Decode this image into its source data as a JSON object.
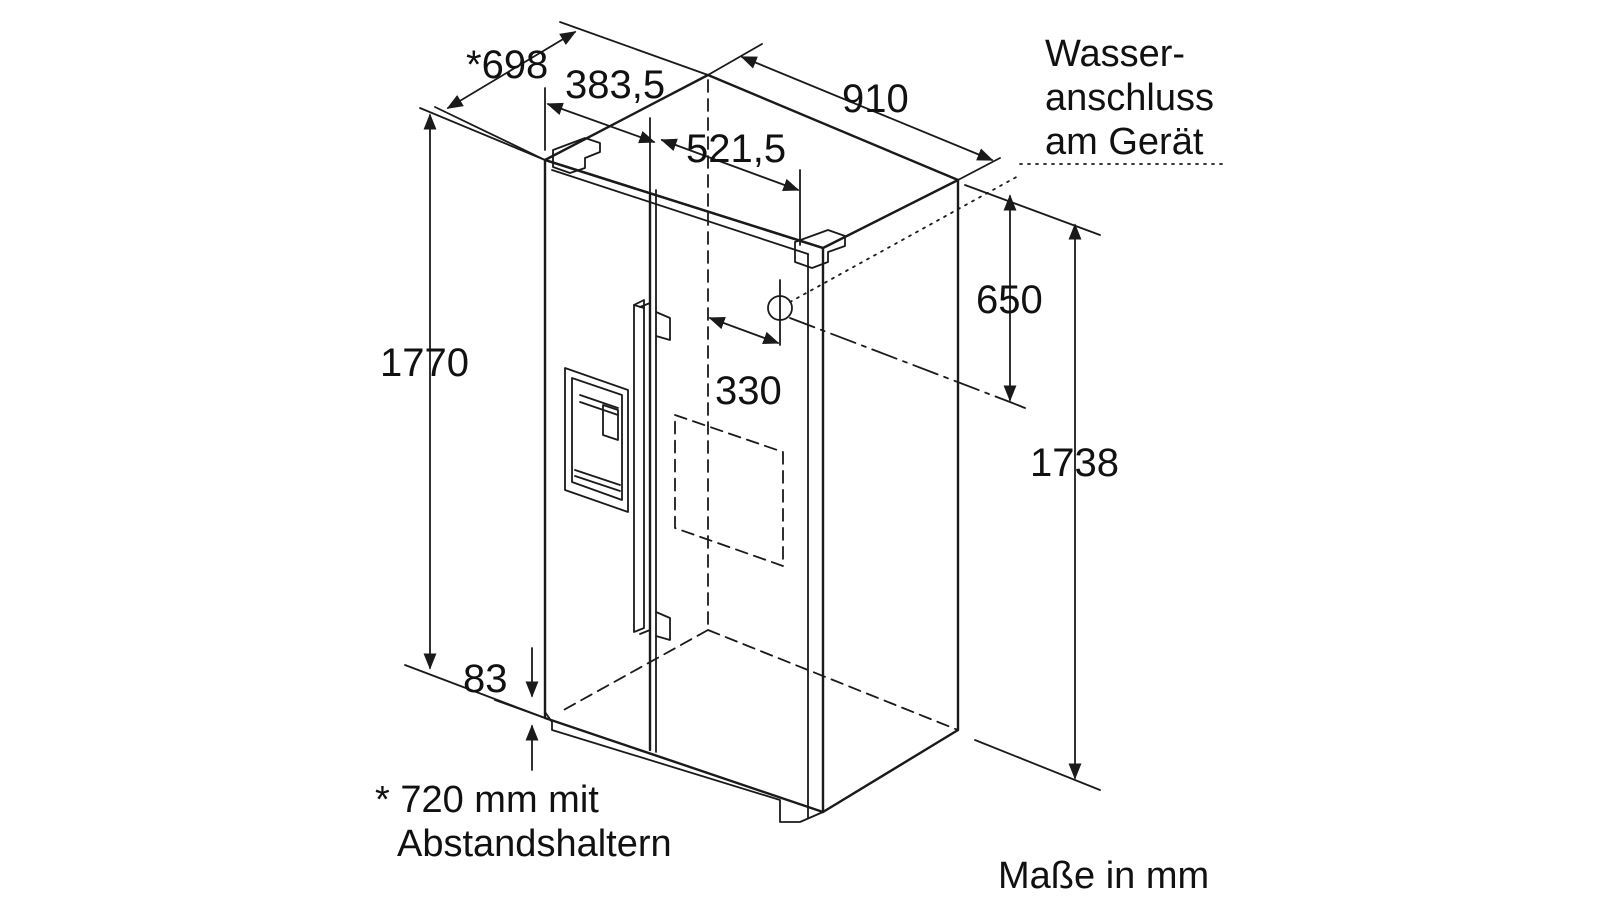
{
  "dimensions": {
    "depth_with_spacers": "*698",
    "door_left_width": "383,5",
    "width": "910",
    "door_right_offset": "521,5",
    "height_total": "1770",
    "height_side": "1738",
    "water_height": "650",
    "water_offset": "330",
    "base_height": "83"
  },
  "labels": {
    "water_connection_line1": "Wasser-",
    "water_connection_line2": "anschluss",
    "water_connection_line3": "am Gerät",
    "footnote_line1": "* 720 mm mit",
    "footnote_line2": "Abstandshaltern",
    "units": "Maße in mm"
  }
}
